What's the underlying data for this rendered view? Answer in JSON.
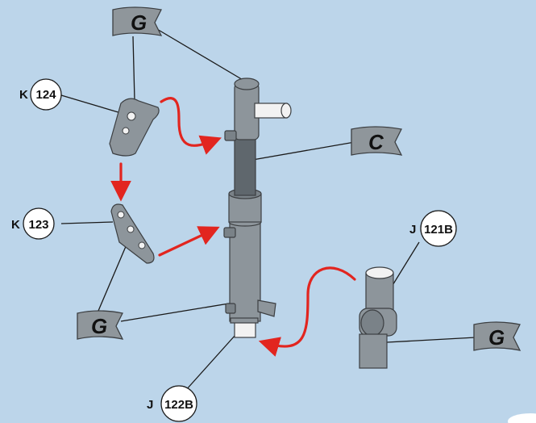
{
  "flags": {
    "top": "G",
    "center": "C",
    "bottom_left": "G",
    "bottom_right": "G"
  },
  "labels": {
    "k124": {
      "prefix": "K",
      "number": "124"
    },
    "k123": {
      "prefix": "K",
      "number": "123"
    },
    "j121b": {
      "prefix": "J",
      "number": "121B"
    },
    "j122b": {
      "prefix": "J",
      "number": "122B"
    }
  },
  "colors": {
    "background": "#bcd5ea",
    "arrow": "#e2251f",
    "part": "#8d959b"
  }
}
